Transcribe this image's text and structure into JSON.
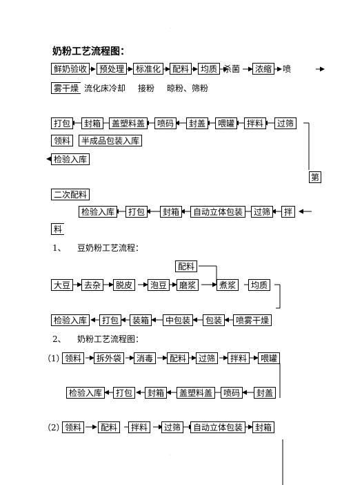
{
  "title": "奶粉工艺流程图：",
  "main": {
    "row1": [
      "鲜奶验收",
      "预处理",
      "标准化",
      "配料",
      "均质",
      "杀菌",
      "浓缩",
      "喷"
    ],
    "row2": [
      "雾干燥",
      "流化床冷却",
      "接粉",
      "晾粉、筛粉"
    ],
    "row3": [
      "打包",
      "封箱",
      "盖塑料盖",
      "喷码",
      "封盖",
      "喂罐",
      "拌料",
      "过筛"
    ],
    "row4": [
      "领料",
      "半成品包装入库"
    ],
    "row5": "检验入库",
    "di": "第",
    "second": "二次配料",
    "row6": [
      "检验入库",
      "打包",
      "封箱",
      "自动立体包装",
      "过筛",
      "拌"
    ],
    "row6_tail": "料"
  },
  "s1": {
    "heading_num": "1、",
    "heading": "豆奶粉工艺流程：",
    "peiliao": "配料",
    "row1": [
      "大豆",
      "去杂",
      "脱皮",
      "泡豆",
      "磨浆",
      "煮浆",
      "均质"
    ],
    "row2": [
      "检验入库",
      "打包",
      "装箱",
      "中包装",
      "包装",
      "喷雾干燥"
    ]
  },
  "s2": {
    "heading_num": "2、",
    "heading": "奶粉工艺流程图：",
    "p1_label": "（1）",
    "p1_row1": [
      "领料",
      "拆外袋",
      "消毒",
      "配料",
      "过筛",
      "拌料",
      "喂罐"
    ],
    "p1_row2": [
      "检验入库",
      "打包",
      "封箱",
      "盖塑料盖",
      "喷码",
      "封盖"
    ],
    "p2_label": "（2）",
    "p2_row1": [
      "领料",
      "配料",
      "拌料",
      "过筛",
      "自动立体包装",
      "封箱"
    ]
  }
}
